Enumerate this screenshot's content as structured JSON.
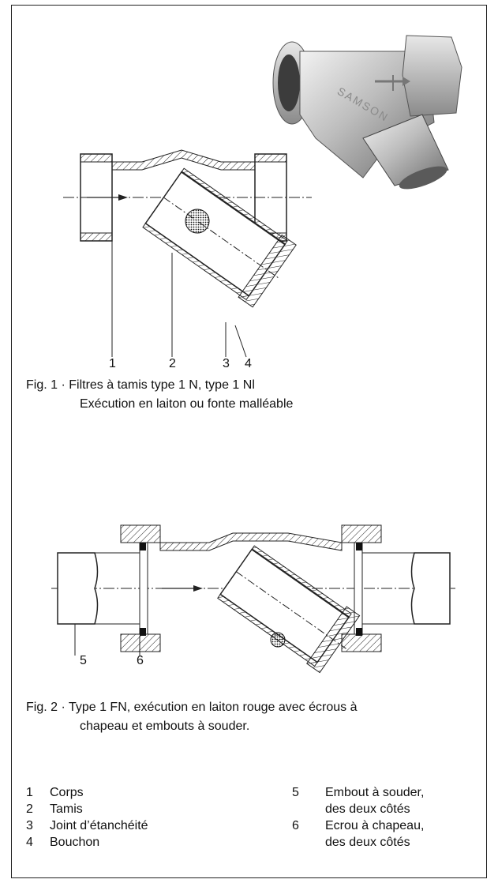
{
  "fig1": {
    "line1": "Fig. 1 · Filtres à tamis type 1 N, type 1 Nl",
    "line2": "Exécution en laiton ou fonte malléable",
    "callouts": [
      "1",
      "2",
      "3",
      "4"
    ],
    "photo_logo": "SAMSON"
  },
  "fig2": {
    "line1": "Fig. 2 · Type 1 FN, exécution en laiton rouge avec écrous à",
    "line2": "chapeau et embouts à souder.",
    "callouts": [
      "5",
      "6"
    ]
  },
  "legend": {
    "left": [
      {
        "num": "1",
        "text": "Corps"
      },
      {
        "num": "2",
        "text": "Tamis"
      },
      {
        "num": "3",
        "text": "Joint d’étanchéité"
      },
      {
        "num": "4",
        "text": "Bouchon"
      }
    ],
    "right": [
      {
        "num": "5",
        "line1": "Embout à souder,",
        "line2": "des deux côtés"
      },
      {
        "num": "6",
        "line1": "Ecrou à chapeau,",
        "line2": "des deux côtés"
      }
    ]
  }
}
